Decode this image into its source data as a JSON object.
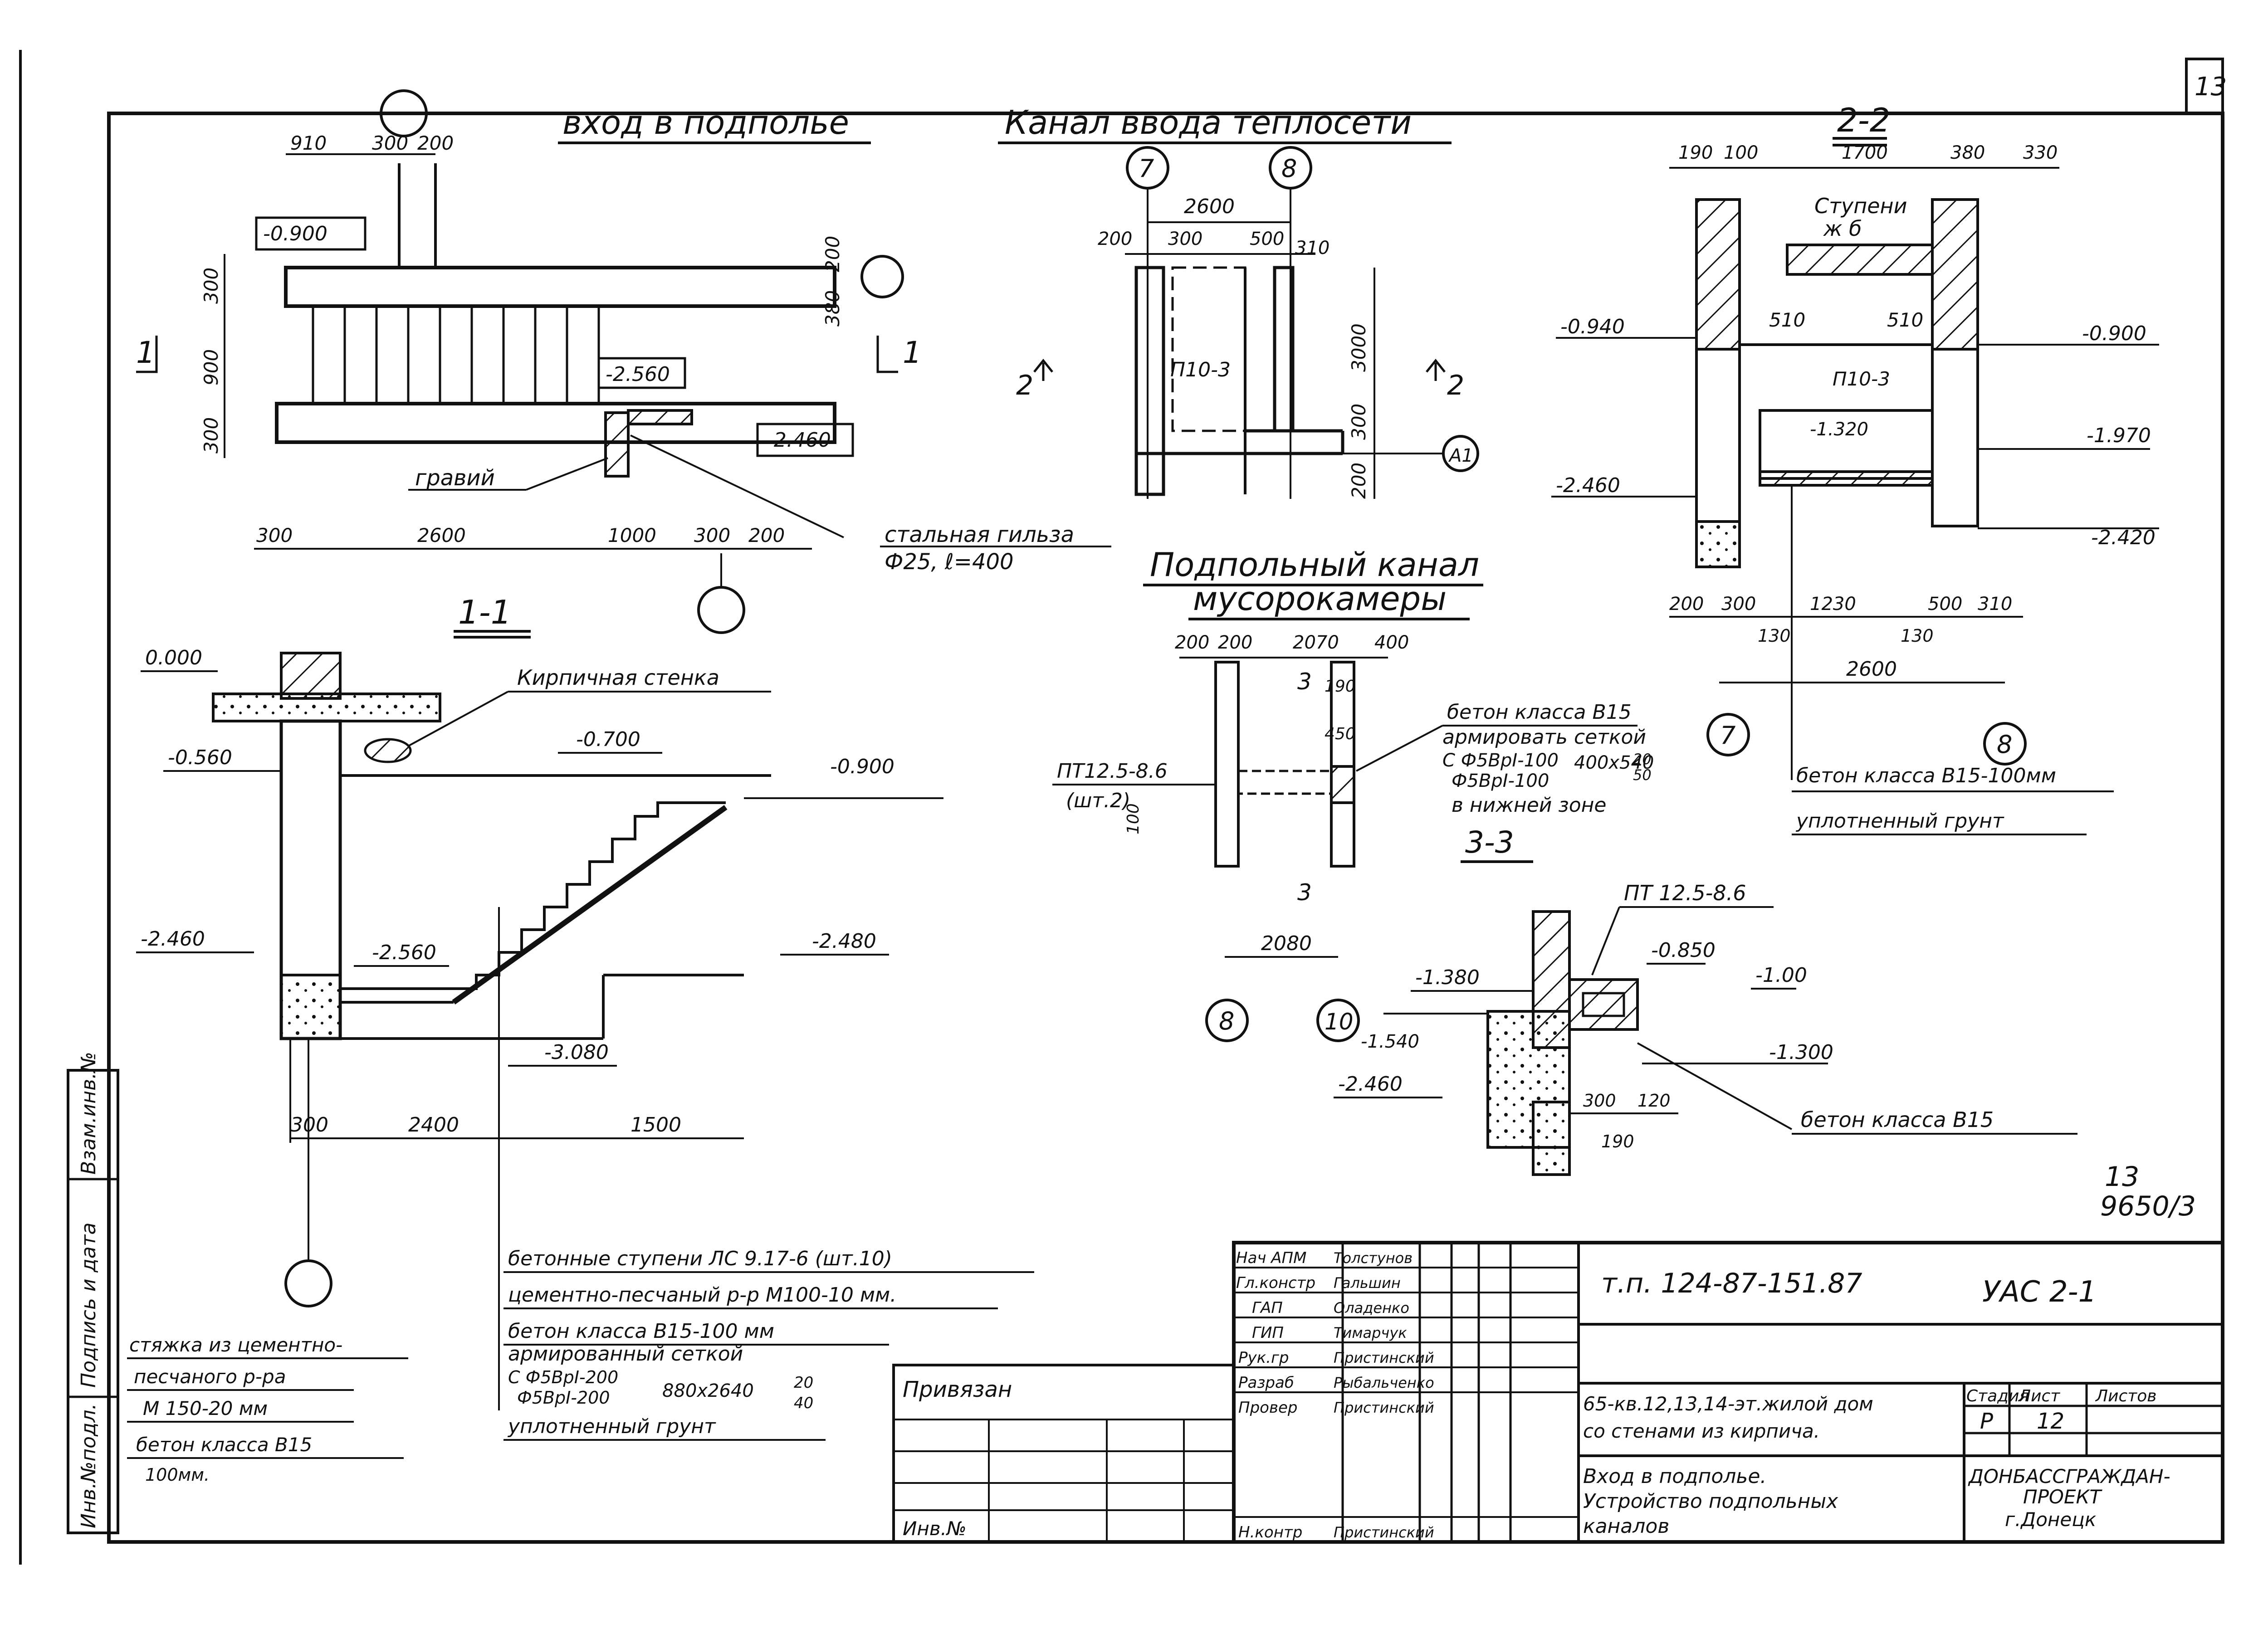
{
  "sheet": {
    "corner_number": "13",
    "doc_code": "т.п. 124-87-151.87",
    "sheet_code": "УАС 2-1",
    "archive_no_top": "13",
    "archive_no_bottom": "9650/3",
    "building_desc_1": "65-кв.12,13,14-эт.жилой дом",
    "building_desc_2": "со стенами из кирпича.",
    "drawing_title_1": "Вход в подполье.",
    "drawing_title_2": "Устройство подпольных",
    "drawing_title_3": "каналов",
    "stage_label": "Стадия",
    "stage_value": "Р",
    "sheet_label": "Лист",
    "sheet_value": "12",
    "sheets_label": "Листов",
    "org_1": "ДОНБАССГРАЖДАН-",
    "org_2": "ПРОЕКТ",
    "org_3": "г.Донецк",
    "privyazan": "Привязан",
    "inv_no": "Инв.№",
    "roles": [
      "Нач АПМ",
      "Гл.констр",
      "ГАП",
      "ГИП",
      "Рук.гр",
      "Разраб",
      "Провер",
      "Н.контр"
    ],
    "names": [
      "Толстунов",
      "Гальшин",
      "Оладенко",
      "Тимарчук",
      "Пристинский",
      "Рыбальченко",
      "Пристинский",
      "Пристинский"
    ],
    "side_stamp": [
      "Инв.№подл.",
      "Подпись и дата",
      "Взам.инв.№"
    ]
  },
  "plan": {
    "title": "вход в подполье",
    "dims_top": [
      "910",
      "300",
      "200"
    ],
    "dims_bottom": [
      "300",
      "2600",
      "1000",
      "300",
      "200"
    ],
    "dims_left": [
      "300",
      "900",
      "300"
    ],
    "dims_right": [
      "200",
      "380"
    ],
    "elev_1": "-0.900",
    "elev_2": "-2.560",
    "elev_3": "-2.460",
    "gravel": "гравий",
    "sleeve_1": "стальная гильза",
    "sleeve_2": "Ф25, ℓ=400",
    "cut_mark": "1"
  },
  "channel": {
    "title": "Канал ввода теплосети",
    "axis_a": "7",
    "axis_b": "8",
    "axis_c": "А1",
    "dim_total": "2600",
    "dims_top": [
      "200",
      "300",
      "500",
      "310"
    ],
    "dims_right": [
      "3000",
      "300",
      "200"
    ],
    "plate": "П10-3",
    "cut_mark": "2"
  },
  "section_22": {
    "title": "2-2",
    "dims_top": [
      "190",
      "100",
      "1700",
      "380",
      "330"
    ],
    "dims_bottom": [
      "200",
      "300",
      "1230",
      "500",
      "310"
    ],
    "dims_sub": [
      "130",
      "130"
    ],
    "dim_total": "2600",
    "steps_label_1": "Ступени",
    "steps_label_2": "ж б",
    "plate": "П10-3",
    "wall_1": "510",
    "wall_2": "510",
    "elevs": [
      "-0.940",
      "-0.900",
      "-1.970",
      "-2.460",
      "-2.420",
      "-1.320"
    ],
    "axis_a": "7",
    "axis_b": "8",
    "note_1": "бетон класса В15-100мм",
    "note_2": "уплотненный грунт"
  },
  "trash_channel": {
    "title_1": "Подпольный канал",
    "title_2": "мусорокамеры",
    "dims_top": [
      "200",
      "200",
      "2070",
      "400"
    ],
    "dim_bottom": "2080",
    "dims_small": [
      "190",
      "450",
      "100"
    ],
    "slab_1": "ПТ12.5-8.6",
    "slab_2": "(шт.2)",
    "concrete_1": "бетон класса В15",
    "concrete_2": "армировать сеткой",
    "concrete_3": "С Ф5ВрI-100",
    "concrete_3b": "400х540",
    "concrete_4": "Ф5ВрI-100",
    "concrete_5": "в нижней зоне",
    "frac_top": "20",
    "frac_bot": "50",
    "axis_a": "8",
    "axis_b": "10",
    "section_label": "3-3",
    "cut_mark": "3"
  },
  "section_33": {
    "slab": "ПТ 12.5-8.6",
    "elevs": [
      "-0.850",
      "-1.00",
      "-1.380",
      "-1.540",
      "-1.300",
      "-2.460"
    ],
    "dims": [
      "300",
      "120",
      "190"
    ],
    "concrete": "бетон класса В15"
  },
  "section_11": {
    "title": "1-1",
    "elevs": [
      "0.000",
      "-0.560",
      "-0.700",
      "-0.900",
      "-2.460",
      "-2.560",
      "-2.480",
      "-3.080"
    ],
    "brick_wall": "Кирпичная стенка",
    "dims_bottom": [
      "300",
      "2400",
      "1500"
    ],
    "notes": [
      "бетонные ступени ЛС 9.17-6 (шт.10)",
      "цементно-песчаный р-р М100-10 мм.",
      "бетон класса В15-100 мм",
      "армированный сеткой",
      "уплотненный грунт"
    ],
    "mesh_1": "С Ф5ВрI-200",
    "mesh_2": "Ф5ВрI-200",
    "mesh_size": "880х2640",
    "mesh_frac_top": "20",
    "mesh_frac_bot": "40",
    "screed": [
      "стяжка из цементно-",
      "песчаного р-ра",
      "М 150-20 мм",
      "бетон класса В15",
      "100мм."
    ]
  }
}
